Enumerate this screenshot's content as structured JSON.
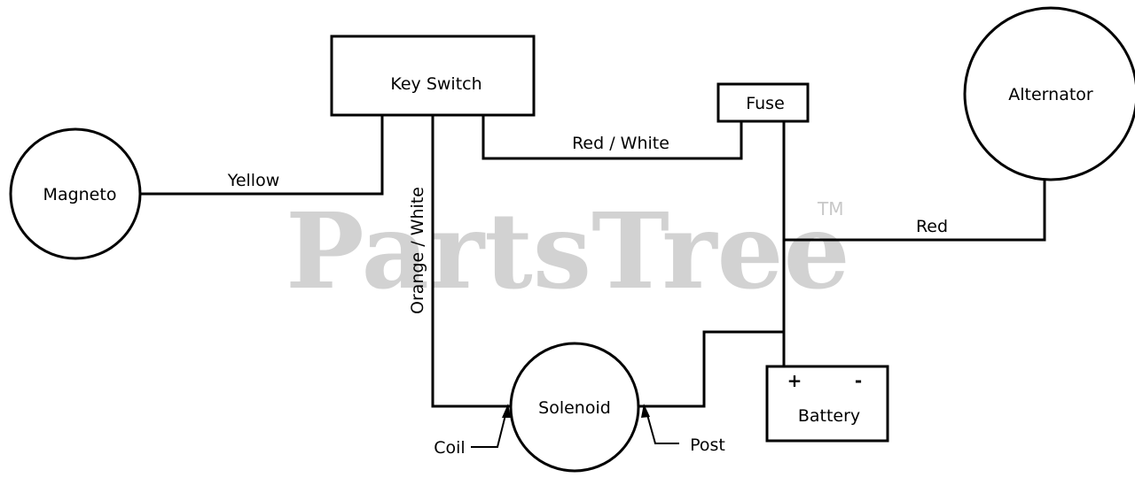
{
  "watermark": {
    "text": "PartsTree",
    "trademark": "TM"
  },
  "components": {
    "key_switch": "Key Switch",
    "fuse": "Fuse",
    "alternator": "Alternator",
    "magneto": "Magneto",
    "solenoid": "Solenoid",
    "battery": "Battery",
    "battery_positive": "+",
    "battery_negative": "-"
  },
  "wires": {
    "yellow": "Yellow",
    "red_white": "Red / White",
    "orange_white": "Orange / White",
    "red": "Red"
  },
  "terminals": {
    "coil": "Coil",
    "post": "Post"
  },
  "colors": {
    "line": "#000000",
    "watermark": "#d2d2d2"
  }
}
